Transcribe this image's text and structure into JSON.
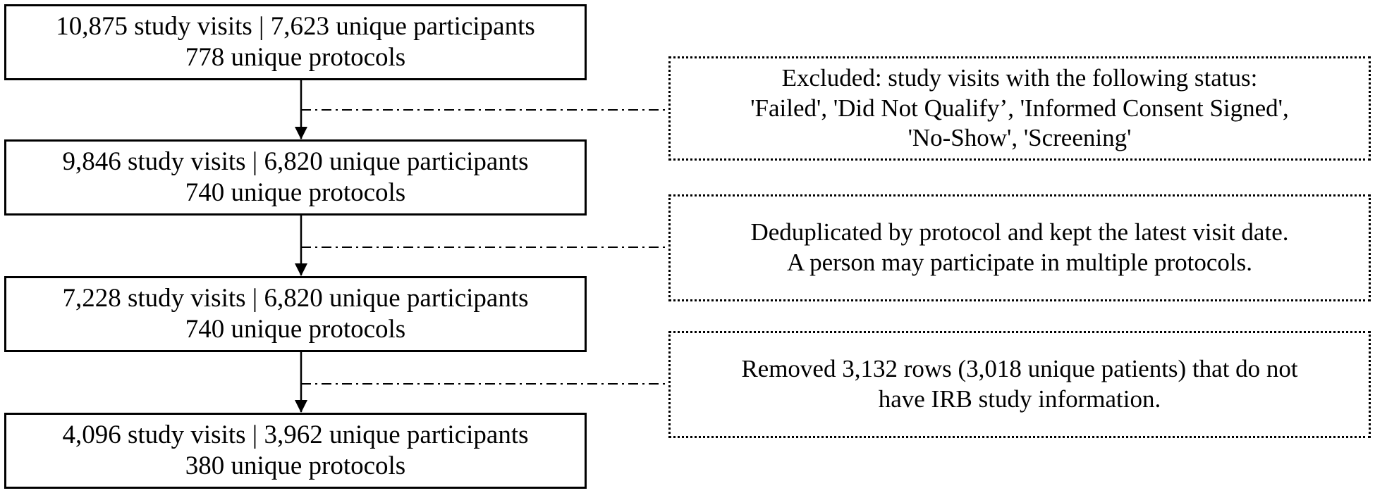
{
  "steps": [
    {
      "line1": "10,875 study visits | 7,623 unique participants",
      "line2": "778 unique protocols"
    },
    {
      "line1": "9,846 study visits | 6,820 unique participants",
      "line2": "740 unique protocols"
    },
    {
      "line1": "7,228 study visits | 6,820 unique participants",
      "line2": "740 unique protocols"
    },
    {
      "line1": "4,096 study visits | 3,962 unique participants",
      "line2": "380 unique protocols"
    }
  ],
  "notes": [
    {
      "lines": [
        "Excluded: study visits with the following status:",
        "'Failed', 'Did Not Qualify’, 'Informed Consent Signed',",
        "'No-Show', 'Screening'"
      ]
    },
    {
      "lines": [
        "Deduplicated by protocol and kept the latest visit date.",
        "A person may participate in multiple protocols."
      ]
    },
    {
      "lines": [
        "Removed 3,132 rows (3,018 unique patients) that do not",
        "have IRB study information."
      ]
    }
  ]
}
